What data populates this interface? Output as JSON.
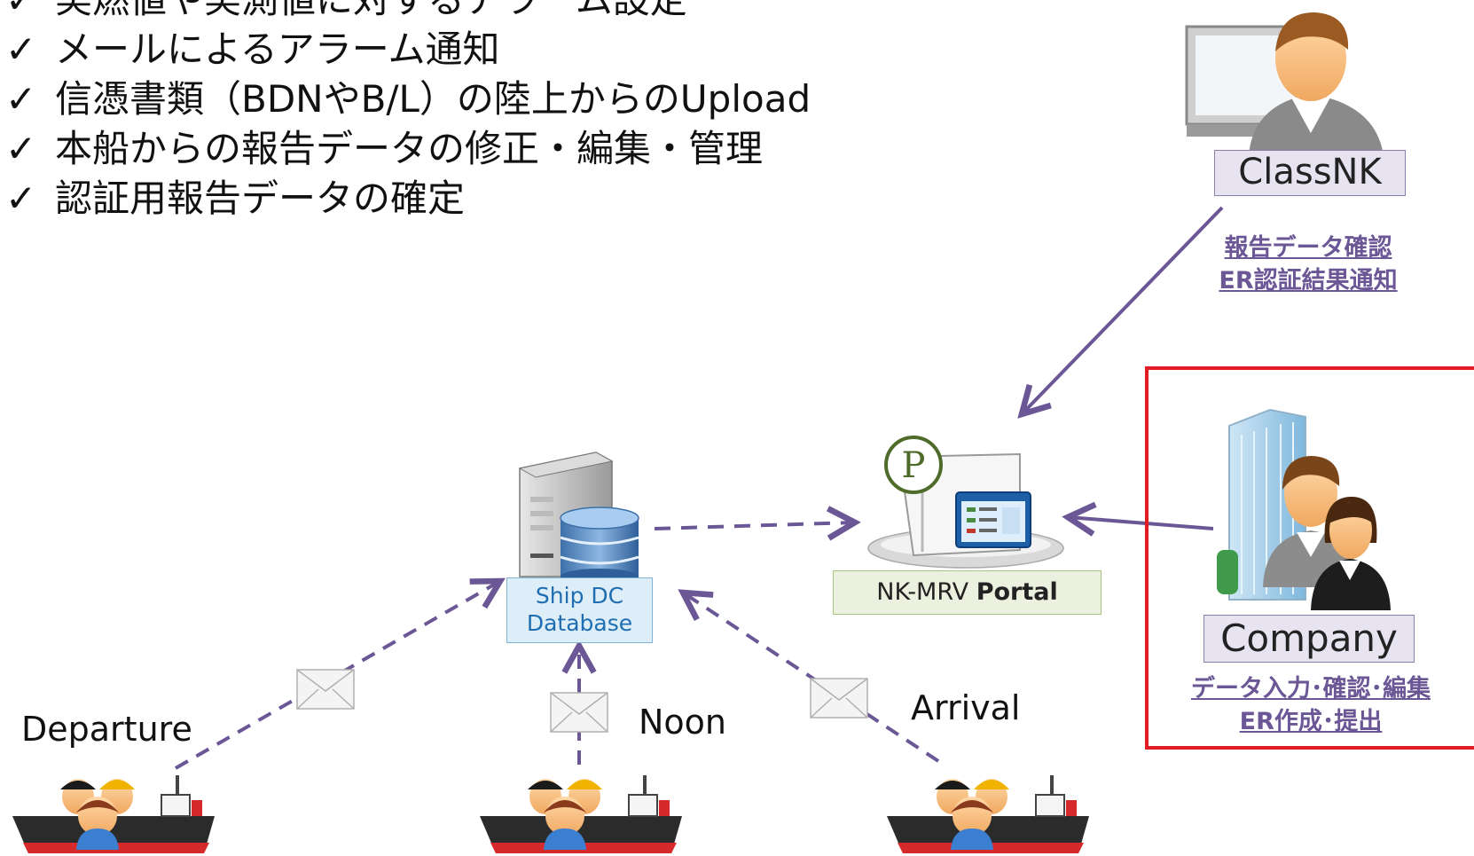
{
  "checklist": [
    {
      "mark": "✓",
      "text": "実燃値や実測値に対するアラーム設定"
    },
    {
      "mark": "✓",
      "text": "メールによるアラーム通知"
    },
    {
      "mark": "✓",
      "text": "信憑書類（BDNやB/L）の陸上からのUpload"
    },
    {
      "mark": "✓",
      "text": "本船からの報告データの修正・編集・管理"
    },
    {
      "mark": "✓",
      "text": "認証用報告データの確定"
    }
  ],
  "classnk": {
    "label": "ClassNK",
    "actions": [
      "報告データ確認",
      "ER認証結果通知"
    ]
  },
  "company": {
    "label": "Company",
    "actions": [
      "データ入力･確認･編集",
      "ER作成･提出"
    ]
  },
  "portal": {
    "label_prefix": "NK-MRV ",
    "label_bold": "Portal",
    "badge": "P"
  },
  "ship_dc": {
    "line1": "Ship DC",
    "line2": "Database"
  },
  "messages": {
    "departure": "Departure",
    "noon": "Noon",
    "arrival": "Arrival"
  },
  "colors": {
    "arrow": "#6b5796",
    "highlight_frame": "#e31b23",
    "portal_box": "#ebf1de",
    "dc_box": "#ddeef8",
    "label_box": "#e7e3f1"
  }
}
